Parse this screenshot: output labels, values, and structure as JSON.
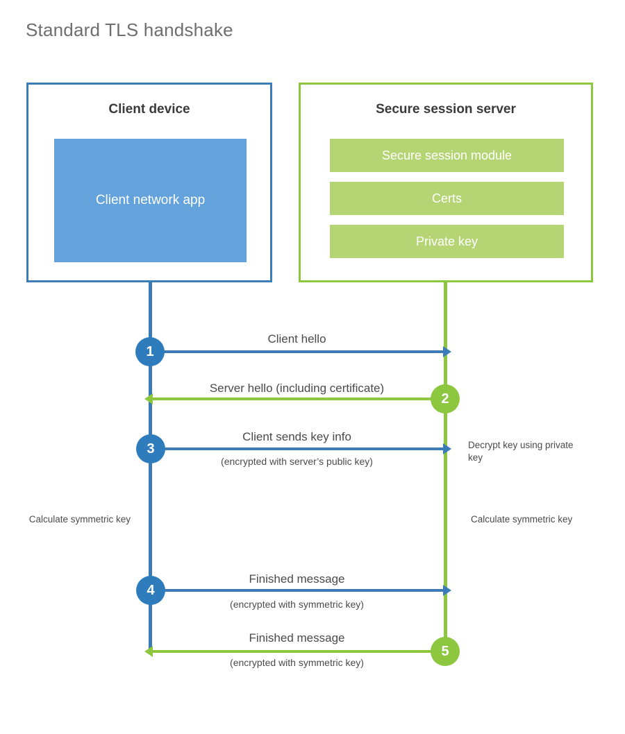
{
  "title": "Standard TLS handshake",
  "colors": {
    "client_border": "#3b7cb8",
    "client_fill": "#63a2db",
    "server_border": "#8dc63f",
    "server_fill": "#b5d474",
    "client_circle": "#2f7cbd",
    "server_circle": "#8dc63f",
    "title_text": "#6e6e6e",
    "body_text": "#4a4a4a"
  },
  "client": {
    "title": "Client device",
    "app_label": "Client network app"
  },
  "server": {
    "title": "Secure session server",
    "components": [
      {
        "label": "Secure session module"
      },
      {
        "label": "Certs"
      },
      {
        "label": "Private key"
      }
    ]
  },
  "steps": [
    {
      "number": "1",
      "direction": "client-to-server",
      "label": "Client hello",
      "sublabel": ""
    },
    {
      "number": "2",
      "direction": "server-to-client",
      "label": "Server hello (including certificate)",
      "sublabel": ""
    },
    {
      "number": "3",
      "direction": "client-to-server",
      "label": "Client sends key info",
      "sublabel": "(encrypted with server’s public key)"
    },
    {
      "number": "4",
      "direction": "client-to-server",
      "label": "Finished message",
      "sublabel": "(encrypted with symmetric key)"
    },
    {
      "number": "5",
      "direction": "server-to-client",
      "label": "Finished message",
      "sublabel": "(encrypted with symmetric key)"
    }
  ],
  "annotations": {
    "server_decrypt": "Decrypt key using private key",
    "client_calculate": "Calculate symmetric key",
    "server_calculate": "Calculate symmetric key"
  }
}
